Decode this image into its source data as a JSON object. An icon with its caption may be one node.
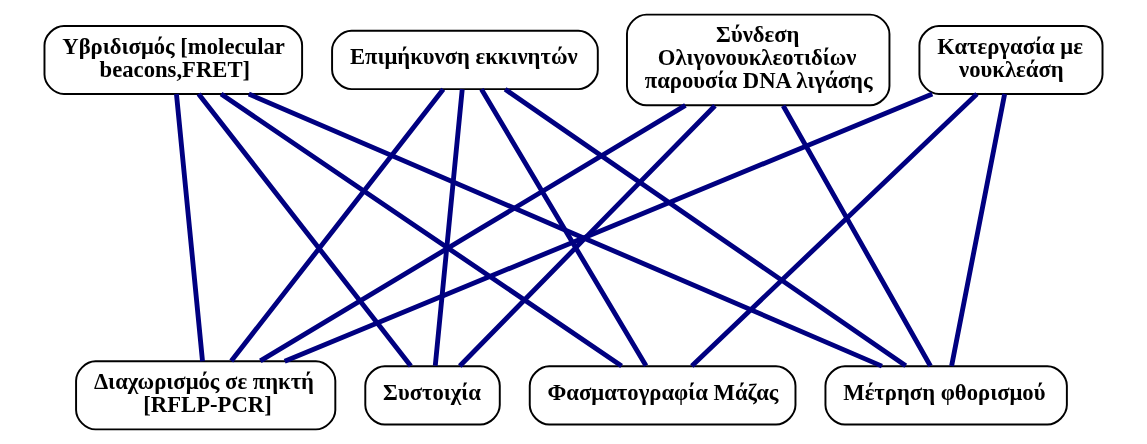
{
  "diagram": {
    "nodes": [
      {
        "text": [
          "Υβριδισμός [molecular beacons,FRET]"
        ]
      },
      {
        "text": [
          "Επιμήκυνση εκκινητών"
        ]
      },
      {
        "text": [
          "Σύνδεση Ολιγονουκλεοτιδίων παρουσία DNA λιγάσης"
        ]
      },
      {
        "text": [
          "Κατεργασία με νουκλεάση"
        ]
      },
      {
        "text": [
          "Διαχωρισμός σε πηκτή [RFLP-PCR]"
        ]
      },
      {
        "text": [
          "Συστοιχία"
        ]
      },
      {
        "text": [
          "Φασματογραφία Μάζας"
        ]
      },
      {
        "text": [
          "Μέτρηση φθορισμού"
        ]
      }
    ],
    "edges": [
      {
        "from": 0,
        "to": 4,
        "arrow": "none"
      },
      {
        "from": 0,
        "to": 5,
        "arrow": "none"
      },
      {
        "from": 0,
        "to": 6,
        "arrow": "none"
      },
      {
        "from": 0,
        "to": 7,
        "arrow": "none"
      },
      {
        "from": 1,
        "to": 4,
        "arrow": "none"
      },
      {
        "from": 1,
        "to": 5,
        "arrow": "none"
      },
      {
        "from": 1,
        "to": 6,
        "arrow": "none"
      },
      {
        "from": 1,
        "to": 7,
        "arrow": "none"
      },
      {
        "from": 2,
        "to": 4,
        "arrow": "none"
      },
      {
        "from": 2,
        "to": 5,
        "arrow": "none"
      },
      {
        "from": 2,
        "to": 7,
        "arrow": "none"
      },
      {
        "from": 3,
        "to": 4,
        "arrow": "none"
      },
      {
        "from": 3,
        "to": 6,
        "arrow": "none"
      },
      {
        "from": 3,
        "to": 7,
        "arrow": "none"
      }
    ]
  }
}
